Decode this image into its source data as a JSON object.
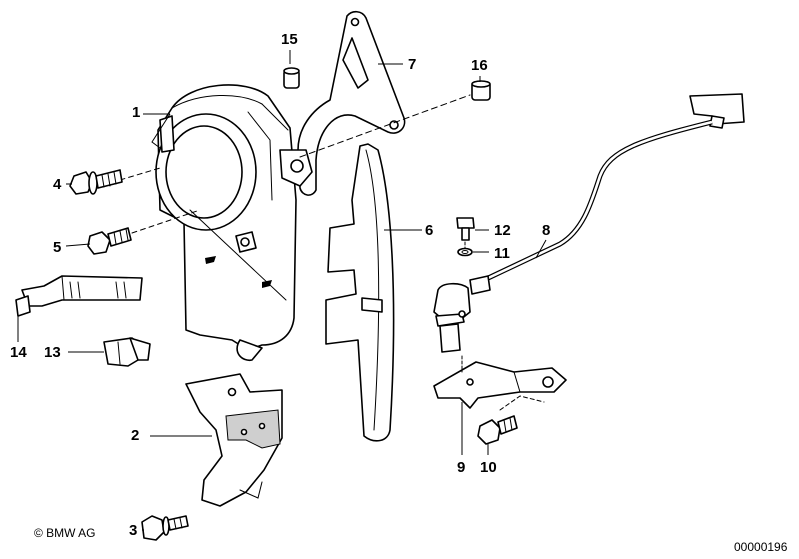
{
  "callouts": {
    "c1": "1",
    "c2": "2",
    "c3": "3",
    "c4": "4",
    "c5": "5",
    "c6": "6",
    "c7": "7",
    "c8": "8",
    "c9": "9",
    "c10": "10",
    "c11": "11",
    "c12": "12",
    "c13": "13",
    "c14": "14",
    "c15": "15",
    "c16": "16"
  },
  "footer": {
    "copyright": "© BMW AG",
    "drawing_number": "00000196"
  }
}
